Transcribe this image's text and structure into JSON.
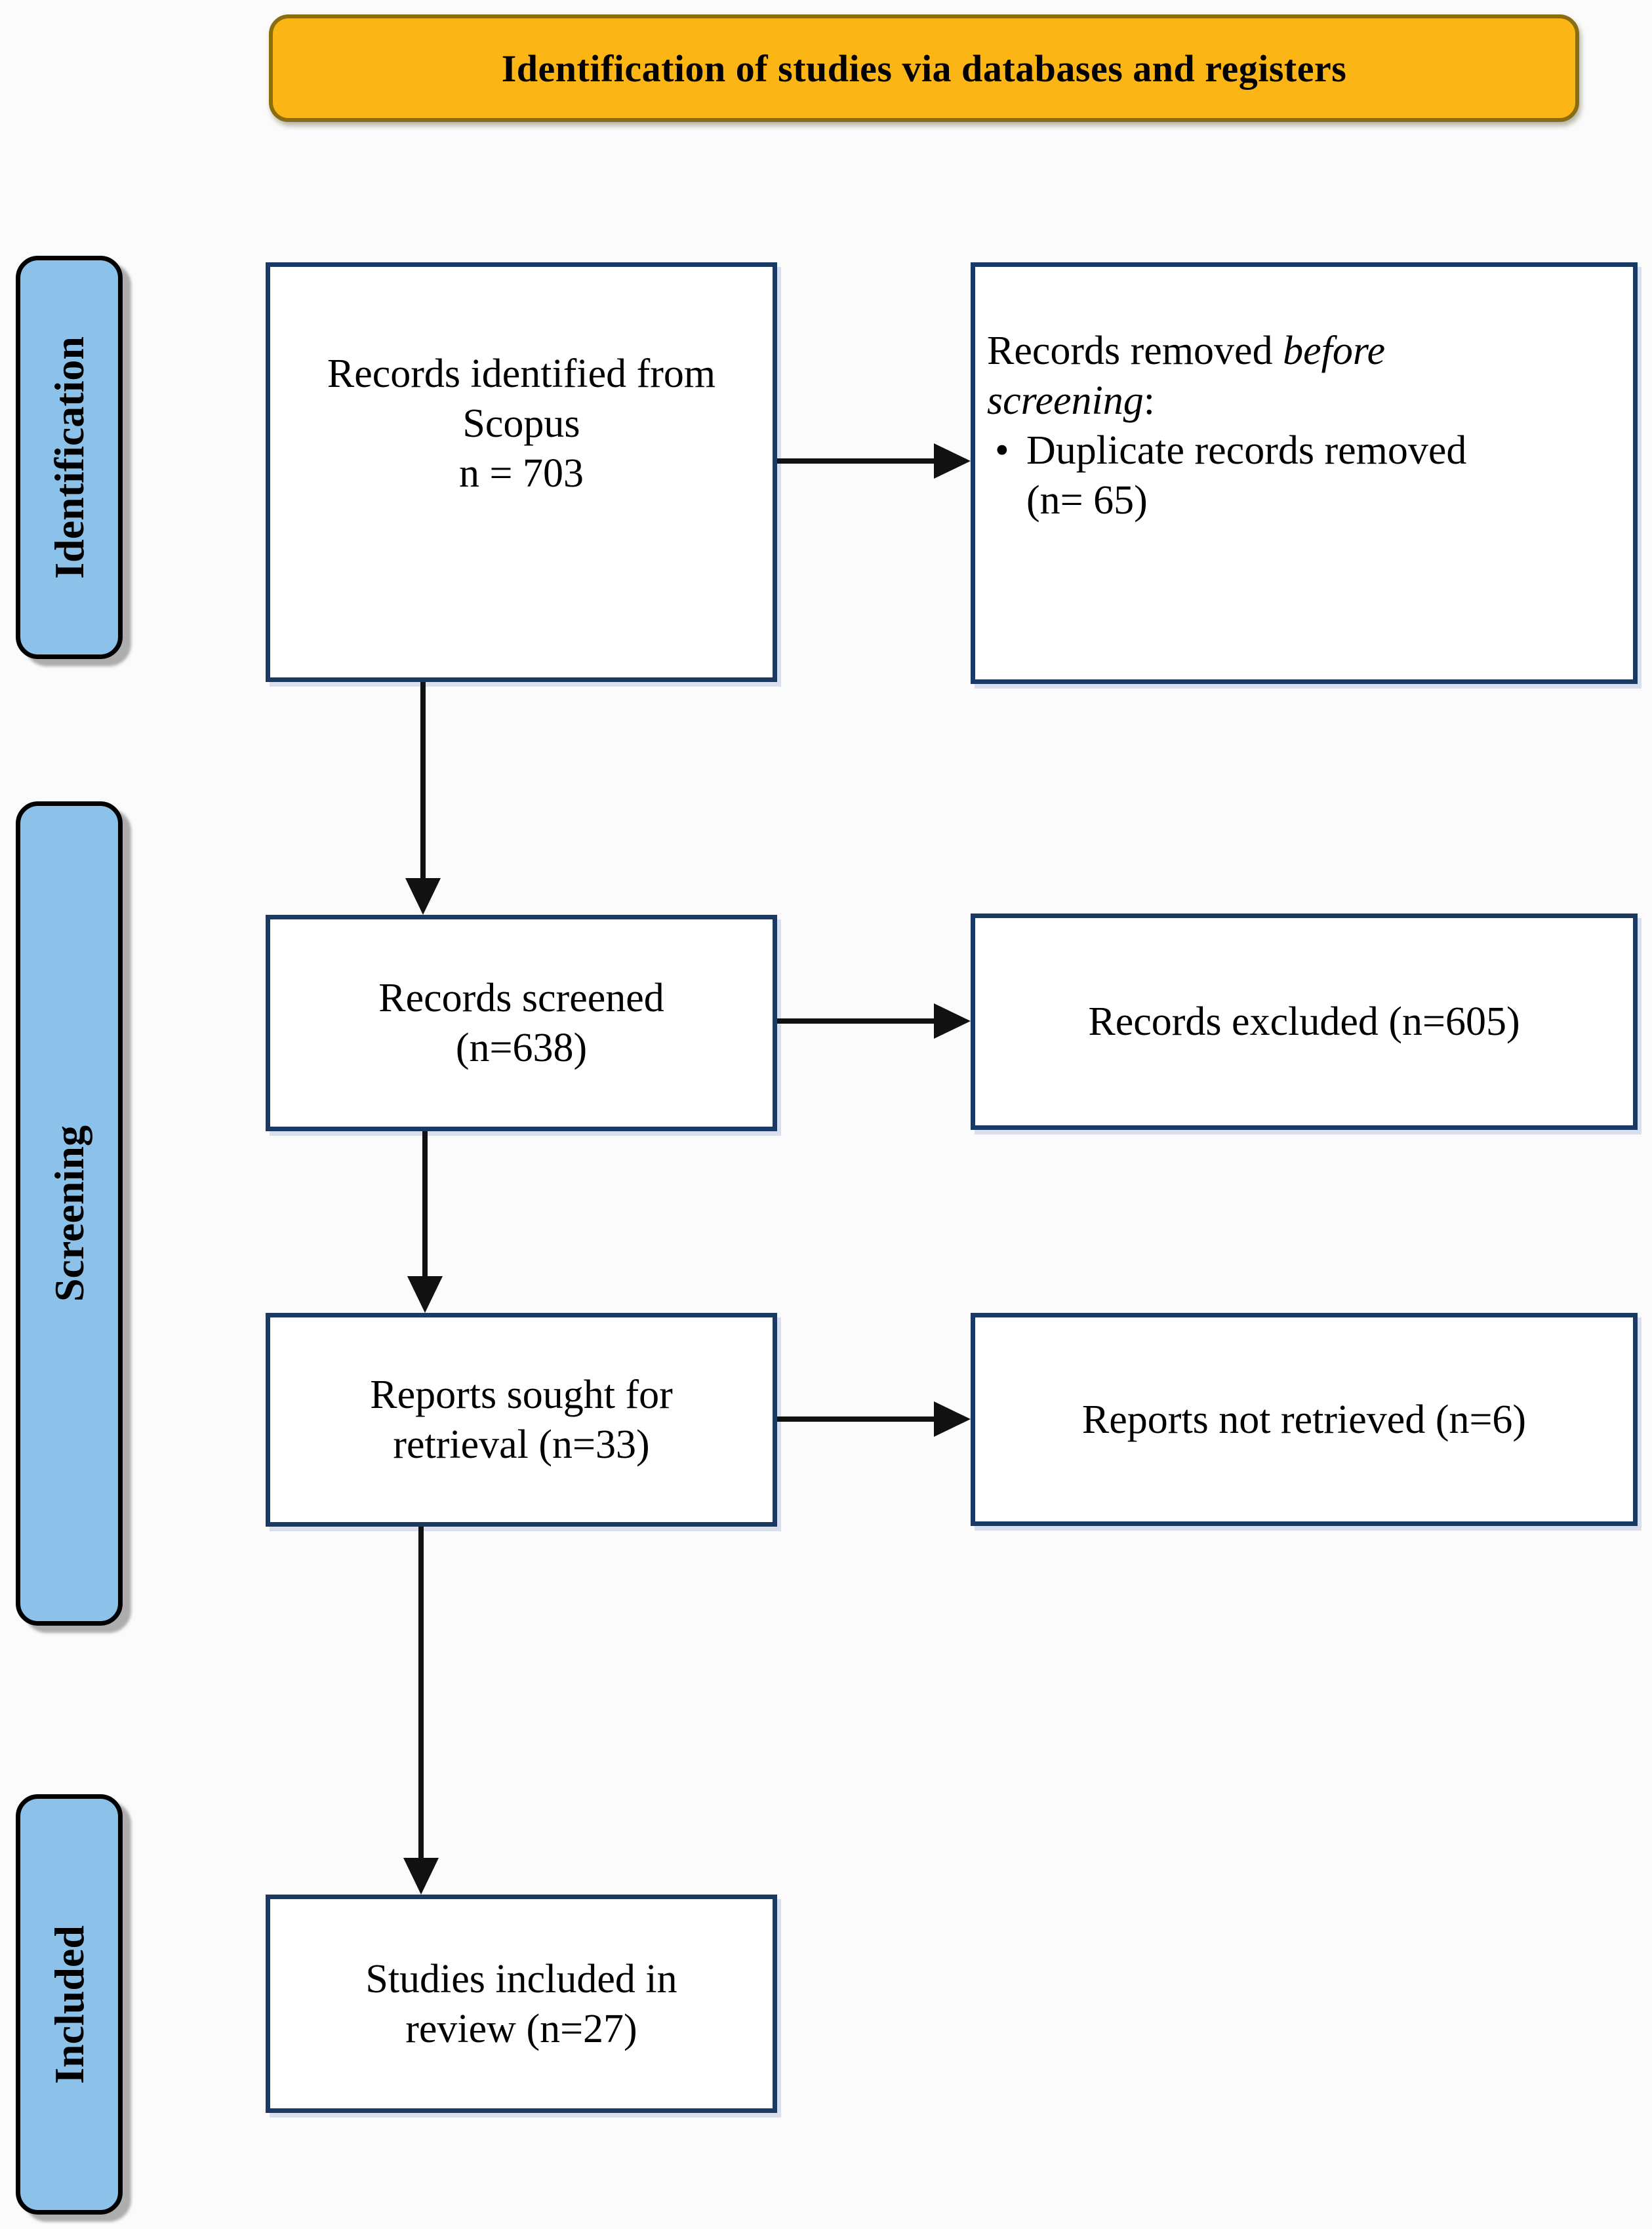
{
  "header": {
    "title": "Identification of studies via databases and registers"
  },
  "sidebar": {
    "identification": "Identification",
    "screening": "Screening",
    "included": "Included"
  },
  "boxes": {
    "identified": {
      "lines": [
        "Records identified from",
        "Scopus",
        "n = 703"
      ]
    },
    "removed": {
      "line1_normal": "Records removed ",
      "line1_italic": "before",
      "line2_italic": "screening",
      "line2_suffix": ":",
      "bullet_glyph": "•",
      "bullet_line1": "Duplicate records removed",
      "bullet_line2": "(n= 65)"
    },
    "screened": {
      "lines": [
        "Records screened",
        "(n=638)"
      ]
    },
    "excluded": {
      "text": "Records excluded (n=605)"
    },
    "sought": {
      "lines": [
        "Reports sought for",
        "retrieval (n=33)"
      ]
    },
    "not_retrieved": {
      "text": "Reports not retrieved (n=6)"
    },
    "included_review": {
      "lines": [
        "Studies included in",
        "review (n=27)"
      ]
    }
  },
  "colors": {
    "header_fill": "#FBB615",
    "header_border": "#8A6D10",
    "tab_fill": "#8CC2E9",
    "tab_border": "#000000",
    "box_border": "#1A3A63",
    "box_fill": "#FFFFFF",
    "arrow": "#111111",
    "tab_shadow": "#6E6E6E",
    "text": "#000000"
  }
}
